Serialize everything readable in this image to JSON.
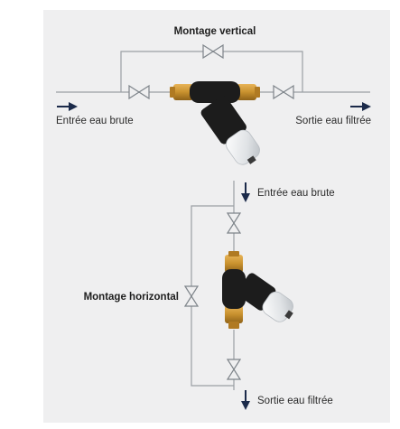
{
  "vertical": {
    "title": "Montage vertical",
    "inlet_label": "Entrée eau brute",
    "outlet_label": "Sortie eau filtrée"
  },
  "horizontal": {
    "title": "Montage horizontal",
    "inlet_label": "Entrée eau brute",
    "outlet_label": "Sortie eau filtrée"
  },
  "colors": {
    "background": "#efeff0",
    "pipe": "#9a9fa4",
    "arrow": "#1b2a4a",
    "valve": "#7e848a",
    "brass": "#c8912e",
    "filter_body": "#1c1c1c",
    "bowl": "#e8eaec"
  }
}
